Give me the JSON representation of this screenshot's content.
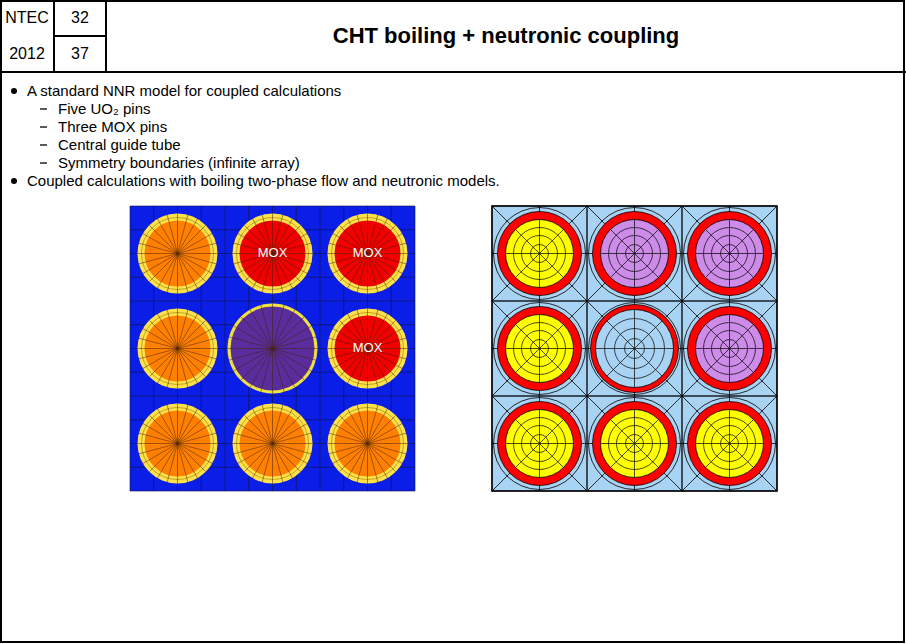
{
  "diagram": {
    "title": "CHT boiling + neutronic coupling",
    "labels": [
      "NTEC",
      "32",
      "2012",
      "37",
      "A standard NNR model for coupled calculations",
      "Five UO₂ pins",
      "Three MOX pins",
      "Central guide tube",
      "Symmetry boundaries (infinite array)",
      "Coupled calculations with boiling two-phase flow and neutronic models.",
      "MOX",
      "MOX",
      "MOX"
    ]
  }
}
